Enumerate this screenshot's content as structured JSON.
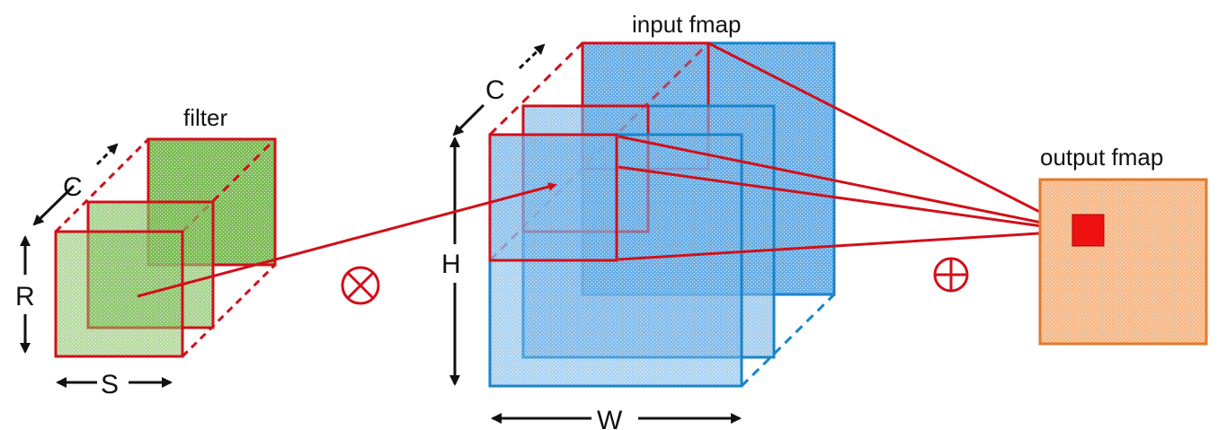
{
  "labels": {
    "filter_title": "filter",
    "input_title": "input fmap",
    "output_title": "output fmap",
    "filter_c": "C",
    "filter_r": "R",
    "filter_s": "S",
    "input_c": "C",
    "input_h": "H",
    "input_w": "W"
  },
  "operators": {
    "multiply": "⊗",
    "accumulate": "⊕"
  },
  "colors": {
    "filter_fill": "#7dbb57",
    "filter_edge": "#d0101a",
    "input_fill": "#6aaee6",
    "input_edge": "#1a84c8",
    "output_fill": "#f6b98a",
    "output_edge": "#e07a2e",
    "arrow": "#d0101a",
    "output_pixel": "#ee1111"
  }
}
